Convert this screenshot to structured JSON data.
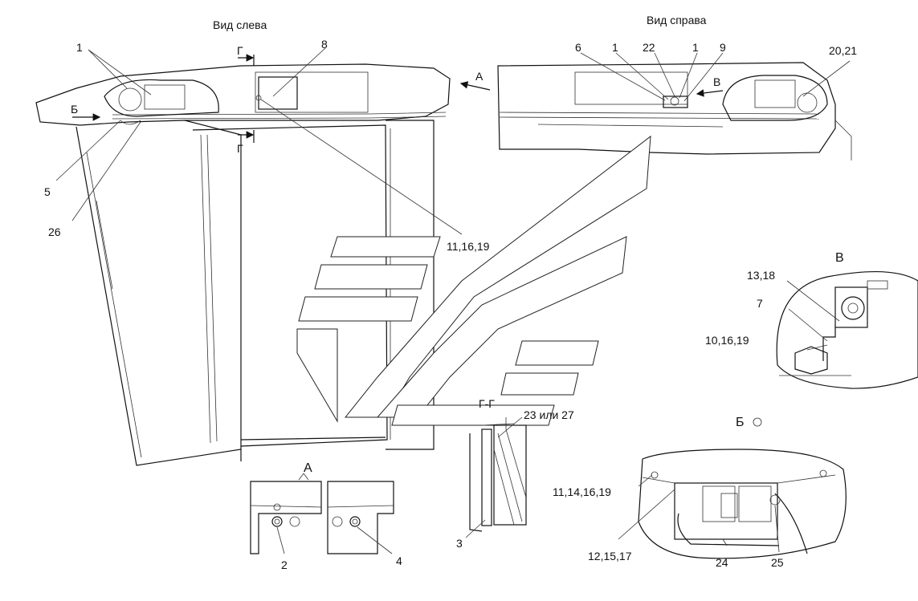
{
  "views": {
    "left": "Вид слева",
    "right": "Вид справа",
    "a": "А",
    "b": "Б",
    "v": "В",
    "gg": "Г-Г"
  },
  "arrows": {
    "a": "А",
    "b": "Б",
    "v": "В",
    "g_top": "Г",
    "g_bottom": "Г"
  },
  "callouts": {
    "c1_left": "1",
    "c8": "8",
    "c5": "5",
    "c26": "26",
    "c6": "6",
    "c1_right_a": "1",
    "c22": "22",
    "c1_right_b": "1",
    "c9": "9",
    "c20_21": "20,21",
    "c11_16_19": "11,16,19",
    "c13_18": "13,18",
    "c7": "7",
    "c10_16_19": "10,16,19",
    "c23_27": "23 или 27",
    "c3": "3",
    "c2": "2",
    "c4": "4",
    "c11_14_16_19": "11,14,16,19",
    "c12_15_17": "12,15,17",
    "c24": "24",
    "c25": "25"
  }
}
